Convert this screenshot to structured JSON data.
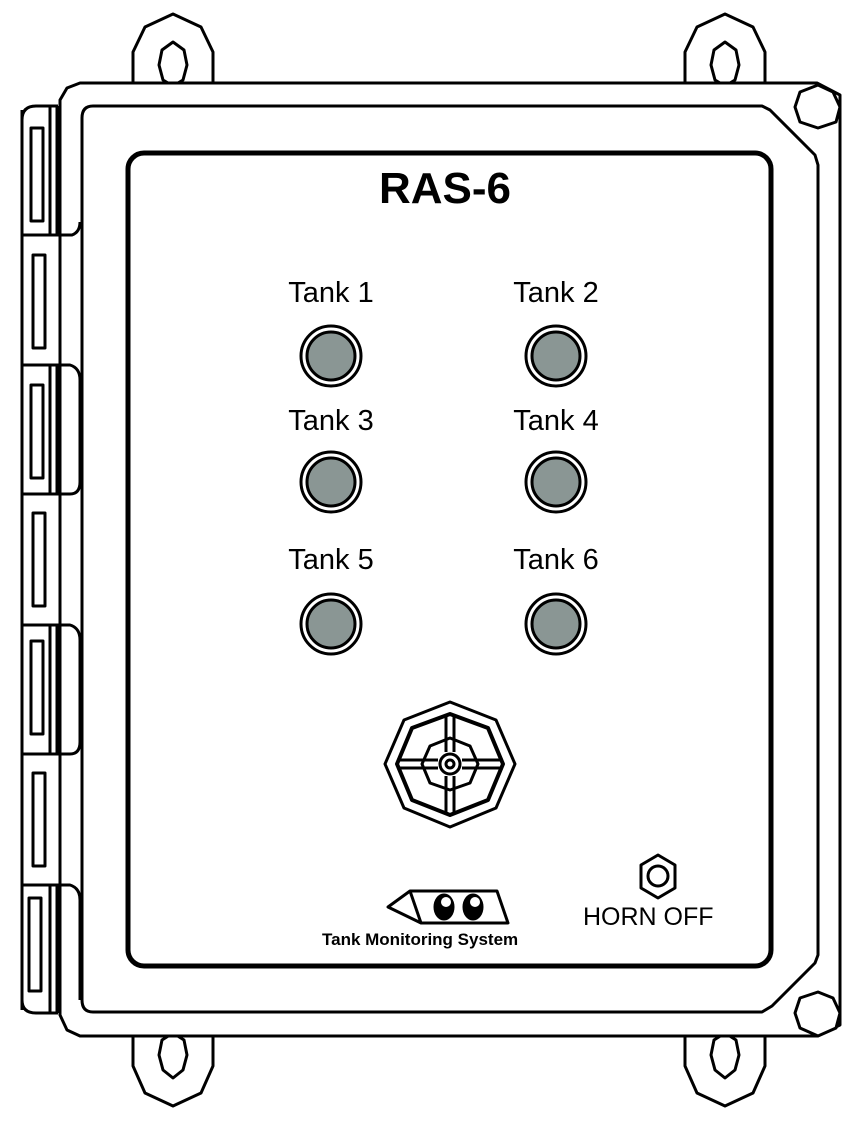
{
  "device": {
    "model": "RAS-6",
    "brand_tagline": "Tank Monitoring System",
    "horn_button_label": "HORN OFF"
  },
  "indicators": [
    {
      "label": "Tank 1",
      "led_color": "#8a9694"
    },
    {
      "label": "Tank 2",
      "led_color": "#8a9694"
    },
    {
      "label": "Tank 3",
      "led_color": "#8a9694"
    },
    {
      "label": "Tank 4",
      "led_color": "#8a9694"
    },
    {
      "label": "Tank 5",
      "led_color": "#8a9694"
    },
    {
      "label": "Tank 6",
      "led_color": "#8a9694"
    }
  ],
  "icons": {
    "horn": "horn-speaker-icon",
    "logo": "eyes-logo-icon",
    "horn_off_button": "hex-pushbutton-icon"
  },
  "colors": {
    "outline": "#000000",
    "background": "#ffffff",
    "led_off": "#8a9694"
  }
}
